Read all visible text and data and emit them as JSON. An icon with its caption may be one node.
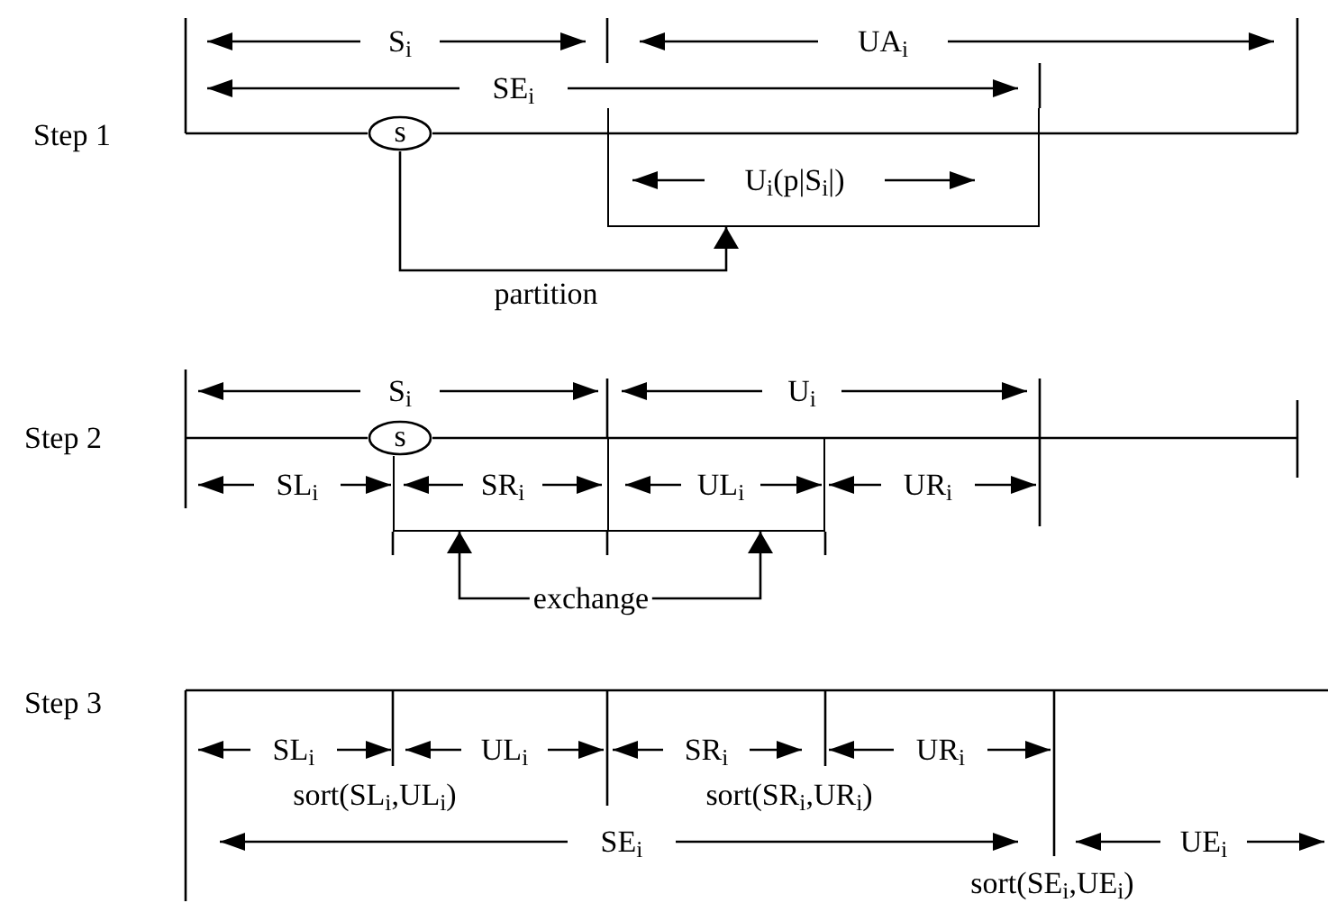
{
  "diagram": {
    "nodes": [
      {
        "text": [
          "s"
        ]
      },
      {
        "text": [
          "U$_{i}$(p|S$_{i}$|)"
        ]
      },
      {
        "text": [
          "s"
        ]
      },
      {
        "text": [
          "SR$_{i}$"
        ]
      },
      {
        "text": [
          "UL$_{i}$"
        ]
      }
    ],
    "edges": [
      {
        "from": 0,
        "to": 1,
        "arrow": "to",
        "label": "partition"
      },
      {
        "from": 3,
        "to": 4,
        "arrow": "both",
        "label": "exchange"
      }
    ],
    "labels": [
      "Step 1",
      "S$_{i}$",
      "UA$_{i}$",
      "SE$_{i}$",
      "Step 2",
      "S$_{i}$",
      "U$_{i}$",
      "SL$_{i}$",
      "UR$_{i}$",
      "Step 3",
      "SL$_{i}$",
      "UL$_{i}$",
      "SR$_{i}$",
      "UR$_{i}$",
      "sort(SL$_{i}$,UL$_{i}$)",
      "sort(SR$_{i}$,UR$_{i}$)",
      "SE$_{i}$",
      "UE$_{i}$",
      "sort(SE$_{i}$,UE$_{i}$)"
    ]
  }
}
